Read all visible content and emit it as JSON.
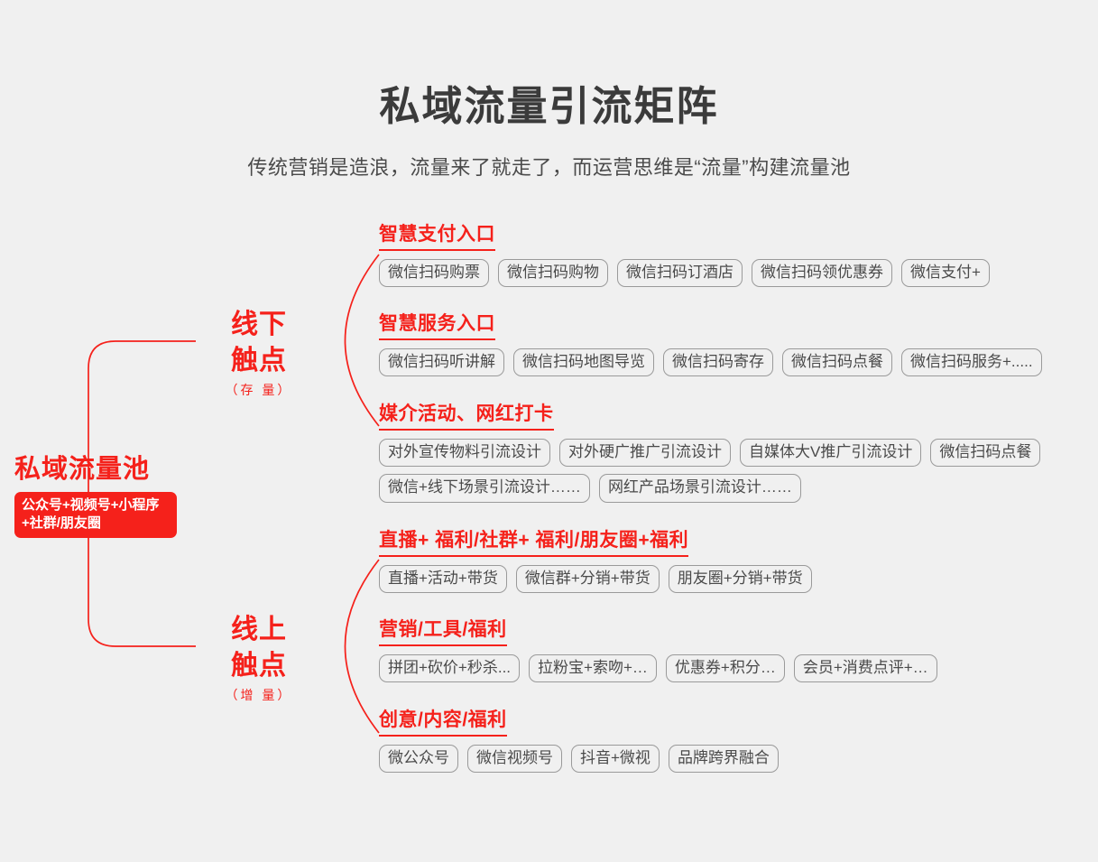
{
  "header": {
    "title": "私域流量引流矩阵",
    "subtitle": "传统营销是造浪，流量来了就走了，而运营思维是“流量”构建流量池"
  },
  "colors": {
    "brand_red": "#F5211B",
    "background": "#F0F0F0",
    "tag_border": "#9A9A9A",
    "tag_text": "#4A4A4A",
    "title_text": "#3B3B3B"
  },
  "root_node": {
    "title": "私域流量池",
    "badge": "公众号+视频号+小程序+社群/朋友圈"
  },
  "branches": [
    {
      "label": "线下\n触点",
      "line1": "线下",
      "line2": "触点",
      "note": "（存 量）"
    },
    {
      "label": "线上\n触点",
      "line1": "线上",
      "line2": "触点",
      "note": "（增 量）"
    }
  ],
  "groups": [
    {
      "heading": "智慧支付入口",
      "branch": "线下触点",
      "tags": [
        "微信扫码购票",
        "微信扫码购物",
        "微信扫码订酒店",
        "微信扫码领优惠券",
        "微信支付+"
      ]
    },
    {
      "heading": "智慧服务入口",
      "branch": "线下触点",
      "tags": [
        "微信扫码听讲解",
        "微信扫码地图导览",
        "微信扫码寄存",
        "微信扫码点餐",
        "微信扫码服务+....."
      ]
    },
    {
      "heading": "媒介活动、网红打卡",
      "branch": "线下触点",
      "tags": [
        "对外宣传物料引流设计",
        "对外硬广推广引流设计",
        "自媒体大V推广引流设计",
        "微信扫码点餐",
        "微信+线下场景引流设计……",
        "网红产品场景引流设计……"
      ]
    },
    {
      "heading": "直播+  福利/社群+  福利/朋友圈+福利",
      "branch": "线上触点",
      "tags": [
        "直播+活动+带货",
        "微信群+分销+带货",
        "朋友圈+分销+带货"
      ]
    },
    {
      "heading": "营销/工具/福利",
      "branch": "线上触点",
      "tags": [
        "拼团+砍价+秒杀...",
        "拉粉宝+索吻+…",
        "优惠券+积分…",
        "会员+消费点评+…"
      ]
    },
    {
      "heading": "创意/内容/福利",
      "branch": "线上触点",
      "tags": [
        "微公众号",
        "微信视频号",
        "抖音+微视",
        "品牌跨界融合"
      ]
    }
  ]
}
